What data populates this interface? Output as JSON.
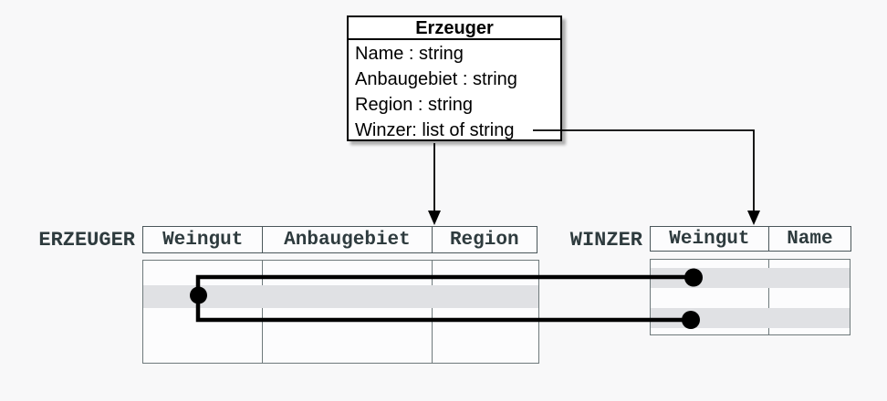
{
  "class_box": {
    "title": "Erzeuger",
    "attributes": [
      "Name : string",
      "Anbaugebiet : string",
      "Region : string",
      "Winzer: list of string"
    ]
  },
  "erzeuger_table": {
    "label": "ERZEUGER",
    "columns": [
      "Weingut",
      "Anbaugebiet",
      "Region"
    ],
    "highlighted_rows": [
      2
    ],
    "row_count": 4
  },
  "winzer_table": {
    "label": "WINZER",
    "columns": [
      "Weingut",
      "Name"
    ],
    "highlighted_rows": [
      1,
      3
    ],
    "row_count": 4
  },
  "relations": {
    "arrow_1": "class box to ERZEUGER table",
    "arrow_2": "Winzer attribute to WINZER table",
    "links": "ERZEUGER highlighted row Weingut linked to two WINZER rows"
  },
  "colors": {
    "background": "#F8F8F9",
    "header_text": "#2E3B3E",
    "row_highlight": "#E0E1E4",
    "table_border_dark": "#4A565A",
    "table_border_light": "#6E797B",
    "class_box_border": "#000000",
    "connector": "#000000"
  }
}
